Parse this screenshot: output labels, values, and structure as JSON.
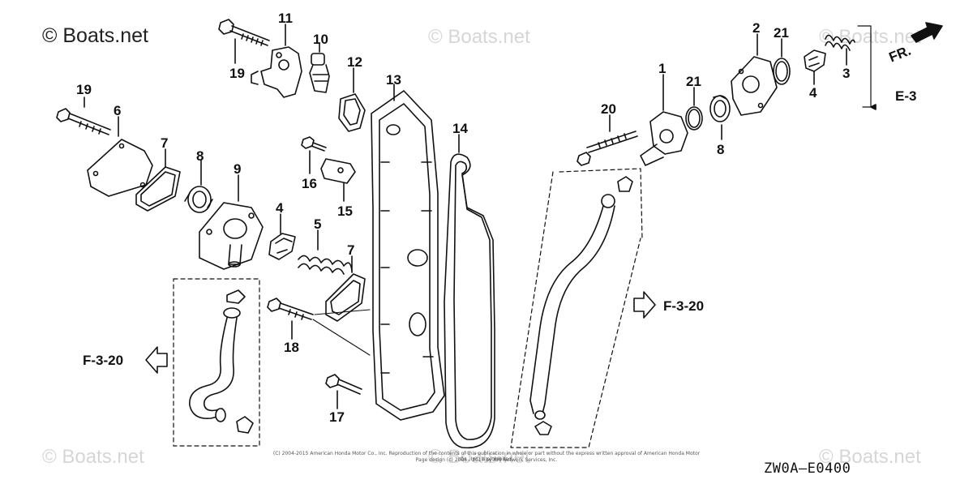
{
  "watermarks": {
    "main": "© Boats.net",
    "faint": [
      "© Boats.net",
      "© Boats.net",
      "© Boats.net",
      "© Boats.net",
      "© Boats.net"
    ]
  },
  "diagram_code": "ZW0A—E0400",
  "copyright_lines": [
    "(C) 2004-2015 American Honda Motor Co., Inc. Reproduction of the contents of this publication in whole or part without the express written approval of American Honda Motor Co., Inc. is prohibited.",
    "Page design (c) 2004 - 2017 by ARI Network Services, Inc."
  ],
  "references": {
    "f320_left": "F-3-20",
    "f320_right": "F-3-20",
    "e3": "E-3",
    "fr": "FR."
  },
  "callouts": [
    "11",
    "19",
    "10",
    "12",
    "13",
    "19",
    "6",
    "7",
    "8",
    "9",
    "16",
    "15",
    "4",
    "5",
    "7",
    "18",
    "17",
    "14",
    "20",
    "1",
    "21",
    "8",
    "2",
    "21",
    "4",
    "3"
  ]
}
